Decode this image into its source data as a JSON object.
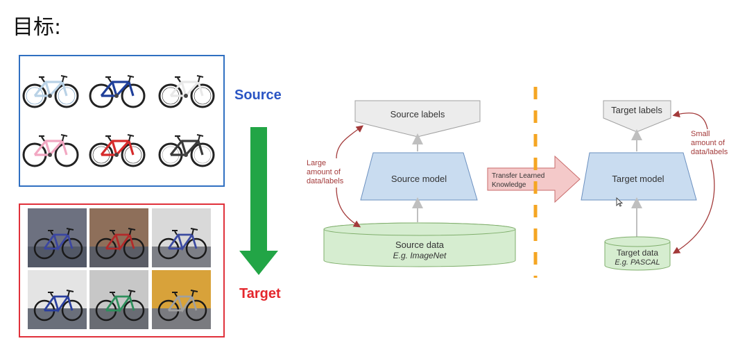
{
  "page": {
    "title": "目标:"
  },
  "left_panel": {
    "source_label": "Source",
    "target_label": "Target",
    "source_images": [
      {
        "name": "bike-white-blue",
        "frame": "#b9d2e6",
        "accent": "#5e8fb8"
      },
      {
        "name": "bike-blue-mountain",
        "frame": "#1f3f9a",
        "accent": "#f2f2f2"
      },
      {
        "name": "bike-white-black",
        "frame": "#e8e8e8",
        "accent": "#222222"
      },
      {
        "name": "bike-pink",
        "frame": "#f2a7c2",
        "accent": "#ffffff"
      },
      {
        "name": "bike-red-trike",
        "frame": "#d62b2b",
        "accent": "#222222"
      },
      {
        "name": "bike-grey-mountain",
        "frame": "#3a3a3a",
        "accent": "#9a9a9a"
      }
    ],
    "target_images": [
      {
        "name": "photo-bike-1",
        "bg": "#6d7180",
        "floor": "#525866",
        "frame": "#3b46a0"
      },
      {
        "name": "photo-bike-2",
        "bg": "#8e6f5a",
        "floor": "#5b5d66",
        "frame": "#b32a2a"
      },
      {
        "name": "photo-bike-3",
        "bg": "#d9d9d9",
        "floor": "#7d7f86",
        "frame": "#3b4aa0"
      },
      {
        "name": "photo-bike-4",
        "bg": "#e4e4e4",
        "floor": "#6a6f7a",
        "frame": "#2a3f9e"
      },
      {
        "name": "photo-bike-5",
        "bg": "#c7c7c7",
        "floor": "#696c73",
        "frame": "#2e8f5c"
      },
      {
        "name": "photo-bike-6",
        "bg": "#d8a23a",
        "floor": "#7a7b80",
        "frame": "#a0a0a0"
      }
    ]
  },
  "diagram": {
    "source_labels": "Source labels",
    "source_model": "Source model",
    "source_data": "Source data",
    "source_data_example": "E.g. ImageNet",
    "large_amount": [
      "Large",
      "amount of",
      "data/labels"
    ],
    "transfer": [
      "Transfer Learned",
      "Knowledge"
    ],
    "target_labels": "Target labels",
    "target_model": "Target model",
    "target_data": "Target data",
    "target_data_example": "E.g. PASCAL",
    "small_amount": [
      "Small",
      "amount of",
      "data/labels"
    ]
  },
  "colors": {
    "source_border": "#2f6fc1",
    "target_border": "#e0303a",
    "source_text": "#2a55c4",
    "target_text": "#e4262c",
    "down_arrow": "#22a546",
    "model_fill": "#c9dcf0",
    "data_fill": "#d6edd0",
    "label_fill": "#ececec",
    "transfer_fill": "#f4c9c9",
    "dashed_line": "#f5a623",
    "annotation": "#a33a3a"
  }
}
